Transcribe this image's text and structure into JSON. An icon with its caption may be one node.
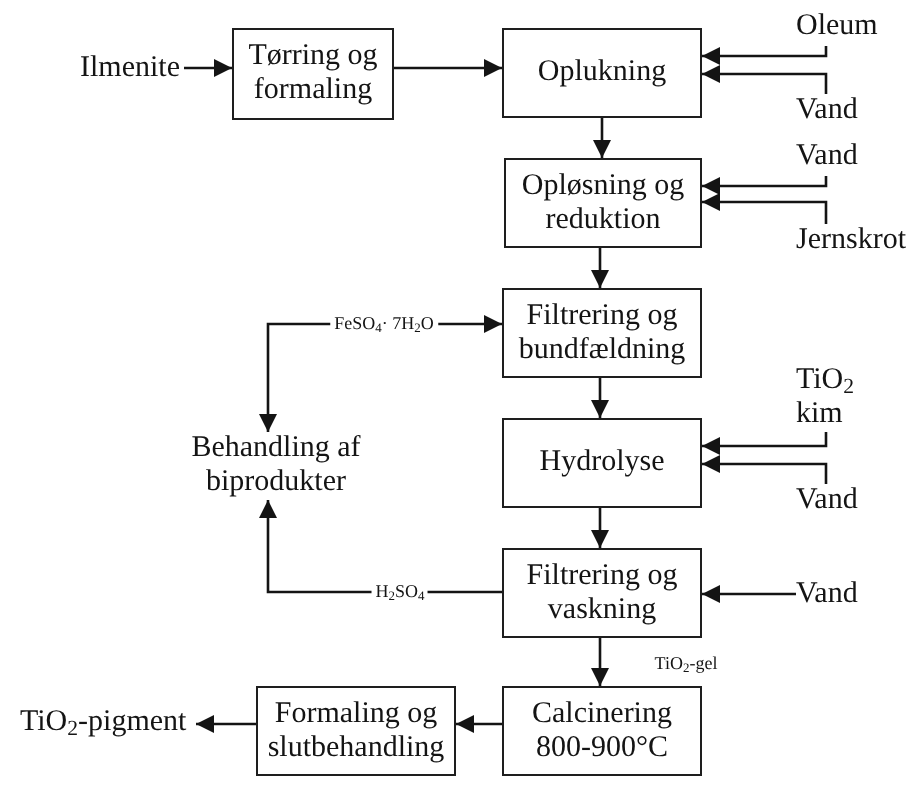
{
  "diagram": {
    "nodes": [
      {
        "text": [
          "Ilmenite"
        ]
      },
      {
        "text": [
          "Tørring og formaling"
        ]
      },
      {
        "text": [
          "Oplukning"
        ]
      },
      {
        "text": [
          "Oleum"
        ]
      },
      {
        "text": [
          "Vand"
        ]
      },
      {
        "text": [
          "Opløsning og reduktion"
        ]
      },
      {
        "text": [
          "Vand"
        ]
      },
      {
        "text": [
          "Jernskrot"
        ]
      },
      {
        "text": [
          "Filtrering og bundfældning"
        ]
      },
      {
        "text": [
          "Behandling af biprodukter"
        ]
      },
      {
        "text": [
          "Hydrolyse"
        ]
      },
      {
        "text": [
          "TiO$_{2}$ kim"
        ]
      },
      {
        "text": [
          "Vand"
        ]
      },
      {
        "text": [
          "Filtrering og vaskning"
        ]
      },
      {
        "text": [
          "Vand"
        ]
      },
      {
        "text": [
          "Calcinering 800-900°C"
        ]
      },
      {
        "text": [
          "Formaling og slutbehandling"
        ]
      },
      {
        "text": [
          "TiO$_{2}$-pigment"
        ]
      }
    ],
    "edges": [
      {
        "from": 0,
        "to": 1,
        "arrow": "to"
      },
      {
        "from": 1,
        "to": 2,
        "arrow": "to"
      },
      {
        "from": 3,
        "to": 2,
        "arrow": "to"
      },
      {
        "from": 4,
        "to": 2,
        "arrow": "to"
      },
      {
        "from": 2,
        "to": 5,
        "arrow": "to"
      },
      {
        "from": 6,
        "to": 5,
        "arrow": "to"
      },
      {
        "from": 7,
        "to": 5,
        "arrow": "to"
      },
      {
        "from": 5,
        "to": 8,
        "arrow": "to"
      },
      {
        "from": 8,
        "to": 9,
        "arrow": "both",
        "label": "FeSO$_{4}$· 7H$_{2}$O"
      },
      {
        "from": 8,
        "to": 10,
        "arrow": "to"
      },
      {
        "from": 11,
        "to": 10,
        "arrow": "to"
      },
      {
        "from": 12,
        "to": 10,
        "arrow": "to"
      },
      {
        "from": 10,
        "to": 13,
        "arrow": "to"
      },
      {
        "from": 14,
        "to": 13,
        "arrow": "to"
      },
      {
        "from": 13,
        "to": 9,
        "arrow": "to",
        "label": "H$_{2}$SO$_{4}$"
      },
      {
        "from": 13,
        "to": 15,
        "arrow": "to",
        "label": "TiO$_{2}$-gel"
      },
      {
        "from": 15,
        "to": 16,
        "arrow": "to"
      },
      {
        "from": 16,
        "to": 17,
        "arrow": "to"
      }
    ]
  }
}
